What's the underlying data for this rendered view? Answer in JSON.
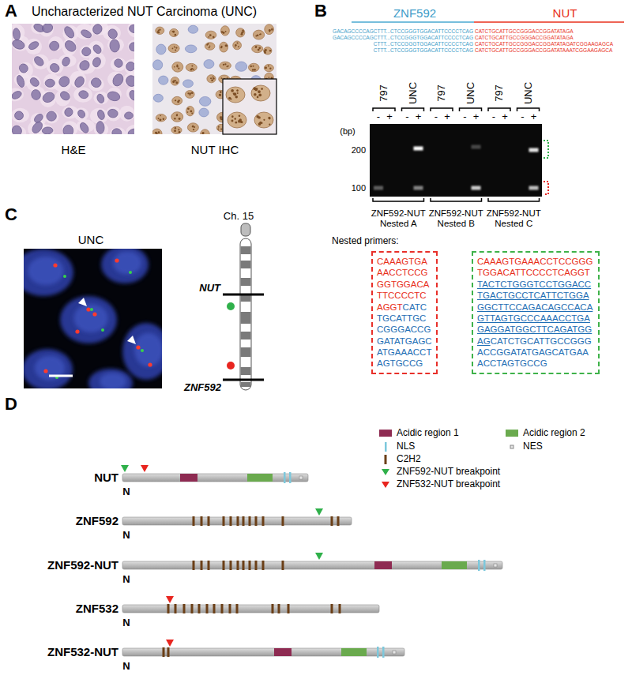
{
  "diagram": {
    "nodes": [
      {
        "text": [
          "CAAAGTGAAACCTCCGGGTGGACATTCCCCTCAGGT",
          "CATCTGCATTGCCGGGACCGGATATGAGCATGAAACCTAGTGCCG"
        ]
      },
      {
        "text": [
          "CAAAGTGAAACCTCCGGGTGGACATTCCCCTCAGGT",
          "TACTCTGGGTCCTGGACCTGACTGCCTCATTCTGGAGGCTTCCAGACAGCCACAGTTAGTGCCCAAACCTGAGAGGATGGCTTCAGATGGAG",
          "CATCTGCATTGCCGGGACCGGATATGAGCATGAAACCTAGTGCCG"
        ]
      }
    ],
    "labels": [
      "A",
      "Uncharacterized NUT Carcinoma (UNC)",
      "H&E",
      "NUT IHC",
      "B",
      "ZNF592",
      "NUT",
      "GACAGCCCCAGCTTT...CTCCGGGTGGACATTCCCCTCAG",
      "CATCTGCATTGCCGGGACCGGATATAGA",
      "GACAGCCCCAGCTTT...CTCCGGGTGGACATTCCCCTCAG",
      "CATCTGCATTGCCGGGACCGGATATAGA",
      "CTTT...CTCCGGGTGGACATTCCCCTCAG",
      "CATCTGCATTGCCGGGACCGGATATAGATCGGAAGAGCA",
      "CTTT...CTCCGGGTGGACATTCCCCTCAG",
      "CATCTGCATTGCCGGGACCGGATATAAATCGGAAGAGCA",
      "797",
      "UNC",
      "797",
      "UNC",
      "797",
      "UNC",
      "-",
      "+",
      "-",
      "+",
      "-",
      "+",
      "-",
      "+",
      "-",
      "+",
      "-",
      "+",
      "(bp)",
      "200",
      "100",
      "ZNF592-NUT Nested A",
      "ZNF592-NUT Nested B",
      "ZNF592-NUT Nested C",
      "Nested primers:",
      "C",
      "UNC",
      "Ch. 15",
      "NUT",
      "ZNF592",
      "D",
      "NUT",
      "ZNF592",
      "ZNF592-NUT",
      "ZNF532",
      "ZNF532-NUT",
      "N",
      "N",
      "N",
      "N",
      "N"
    ],
    "legend": [
      {
        "text": "Acidic region 1",
        "color": "#8e2b52"
      },
      {
        "text": "Acidic region 2",
        "color": "#6aaa4e"
      },
      {
        "text": "NLS"
      },
      {
        "text": "NES"
      },
      {
        "text": "C2H2"
      },
      {
        "text": "ZNF592-NUT breakpoint"
      },
      {
        "text": "ZNF532-NUT breakpoint"
      }
    ]
  }
}
